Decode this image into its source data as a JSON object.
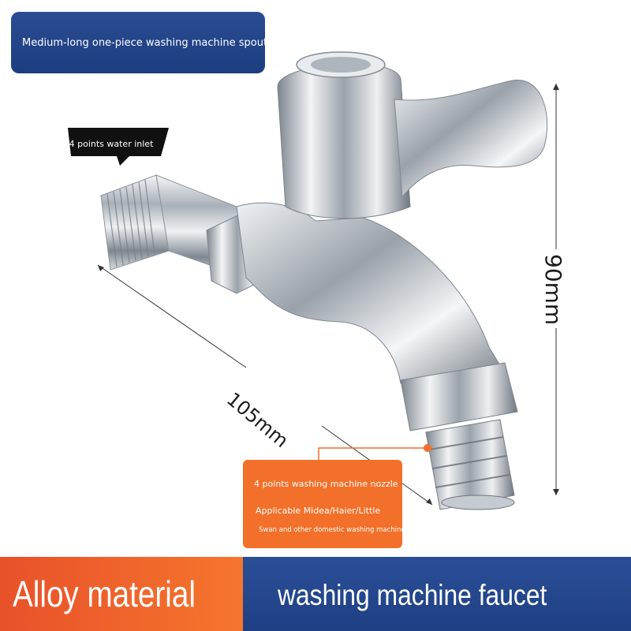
{
  "banner": {
    "text": "Medium-long one-piece washing machine spout"
  },
  "inlet_callout": {
    "text": "4 points water inlet"
  },
  "dimensions": {
    "length_label": "105mm",
    "height_label": "90mm"
  },
  "nozzle_callout": {
    "line1": "4 points washing machine nozzle",
    "line2": "Applicable Midea/Haier/Little",
    "line3": "Swan and other domestic washing machines"
  },
  "footer": {
    "left_text": "Alloy material",
    "right_text": "washing machine faucet"
  },
  "colors": {
    "orange": "#f3702a",
    "navy": "#24468c",
    "chrome": "#c8cdd3",
    "callout": "#111111"
  },
  "product_image": {
    "icon": "chrome-faucet-image"
  }
}
